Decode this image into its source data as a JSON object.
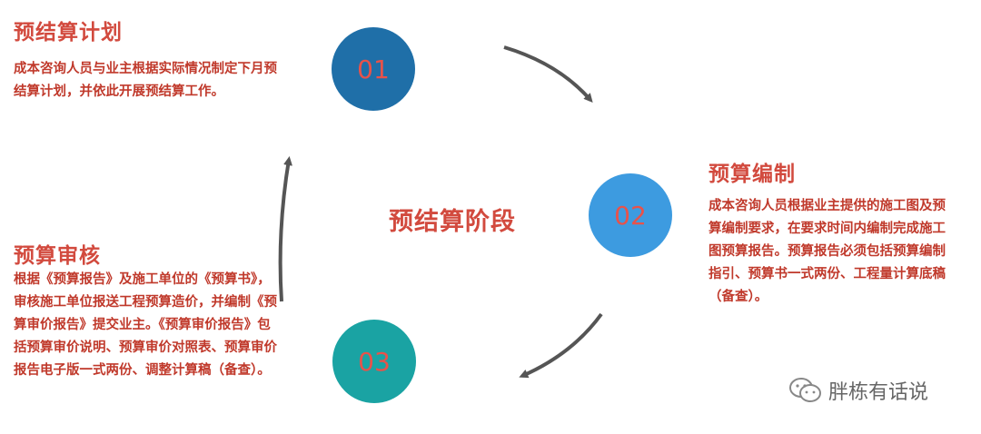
{
  "center_title": "预结算阶段",
  "steps": [
    {
      "number": "01",
      "title": "预结算计划",
      "text": "成本咨询人员与业主根据实际情况制定下月预结算计划，并依此开展预结算工作。",
      "circle_color": "#1f6fa8"
    },
    {
      "number": "02",
      "title": "预算编制",
      "text": "成本咨询人员根据业主提供的施工图及预算编制要求，在要求时间内编制完成施工图预算报告。预算报告必须包括预算编制指引、预算书一式两份、工程量计算底稿（备查）。",
      "circle_color": "#3d9be0"
    },
    {
      "number": "03",
      "title": "预算审核",
      "text": "根据《预算报告》及施工单位的《预算书》，审核施工单位报送工程预算造价，并编制《预算审价报告》提交业主。《预算审价报告》包括预算审价说明、预算审价对照表、预算审价报告电子版一式两份、调整计算稿（备查）。",
      "circle_color": "#1aa3a3"
    }
  ],
  "watermark": {
    "text": "胖栋有话说",
    "icon": "wechat-icon"
  },
  "colors": {
    "title": "#d24a3e",
    "body_text": "#c0392b",
    "circle_number": "#e8524a",
    "arrow": "#555555"
  }
}
